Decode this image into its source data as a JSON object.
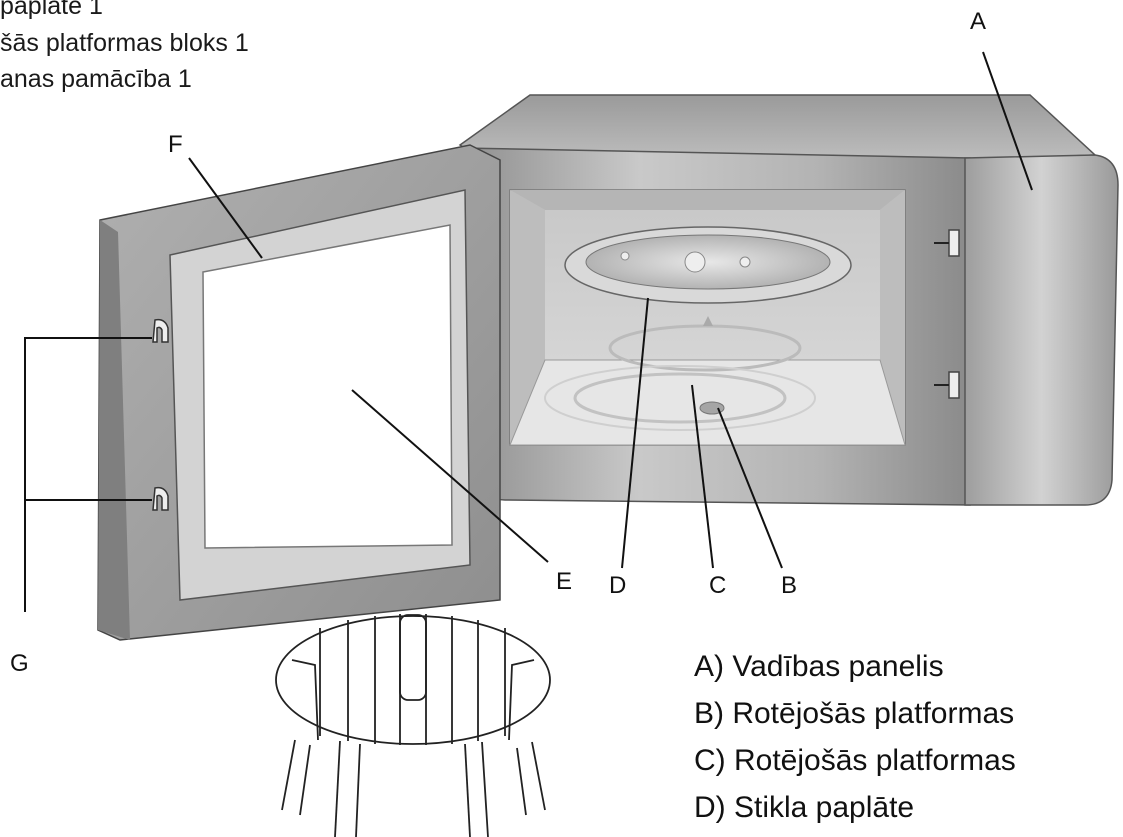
{
  "contents_list": [
    "paplāte 1",
    "šās platformas bloks 1",
    "anas pamācība 1"
  ],
  "callouts": {
    "a": "A",
    "b": "B",
    "c": "C",
    "d": "D",
    "e": "E",
    "f": "F",
    "g": "G"
  },
  "legend": [
    "A) Vadības panelis",
    "B) Rotējošās platformas",
    "C) Rotējošās platformas",
    "D) Stikla paplāte"
  ]
}
